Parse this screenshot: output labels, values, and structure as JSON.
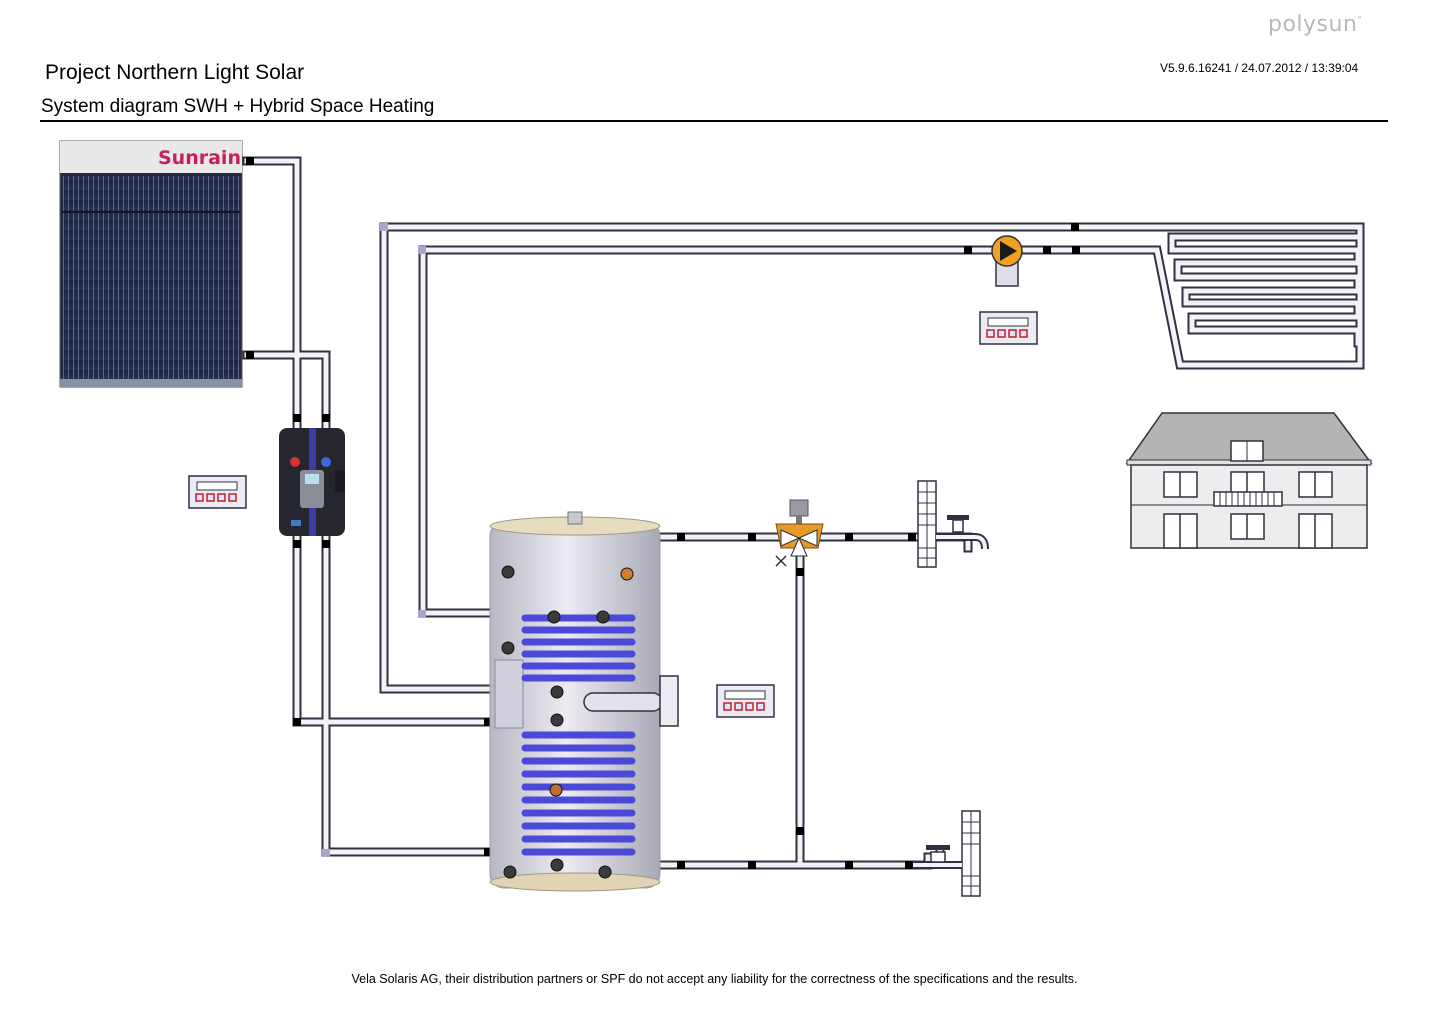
{
  "header": {
    "brand": "polysun",
    "project_title": "Project Northern Light Solar",
    "version_info": "V5.9.6.16241 / 24.07.2012 / 13:39:04",
    "subtitle": "System diagram SWH + Hybrid Space Heating"
  },
  "diagram": {
    "collector_brand": "Sunrain",
    "components": [
      "solar-collector",
      "solar-pump-station",
      "solar-controller",
      "storage-tank",
      "electric-heater",
      "heater-controller",
      "mixing-valve",
      "hot-water-tap",
      "cold-water-inlet",
      "heating-circuit-pump",
      "heating-controller",
      "underfloor-heating",
      "house"
    ],
    "colors": {
      "pipe_fill": "#f4f4f8",
      "pipe_outline": "#303040",
      "coil": "#4a4ad8",
      "brand_text": "#c8205a",
      "pump_orange": "#f2a020",
      "valve_orange": "#e59a2a"
    }
  },
  "footer": {
    "disclaimer": "Vela Solaris AG, their distribution partners or SPF do not accept any liability for the correctness of the specifications and the results."
  }
}
